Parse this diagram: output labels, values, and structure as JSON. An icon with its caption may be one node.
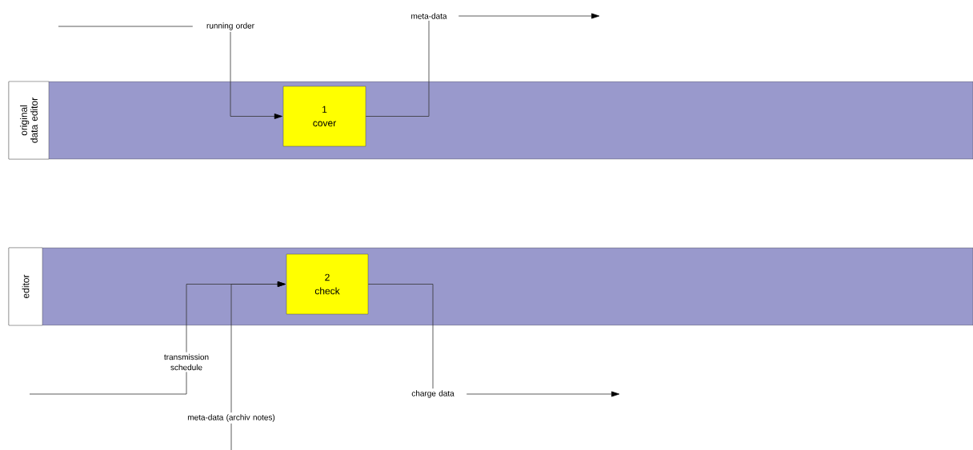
{
  "diagram": {
    "nodes": [
      {
        "text": [
          "original data editor"
        ]
      },
      {
        "text": [
          "1",
          "cover"
        ],
        "in": 0
      },
      {
        "text": [
          "running order"
        ]
      },
      {
        "text": [
          "meta-data"
        ]
      },
      {
        "text": [
          "editor"
        ]
      },
      {
        "text": [
          "2",
          "check"
        ],
        "in": 4
      },
      {
        "text": [
          "transmission schedule"
        ]
      },
      {
        "text": [
          "meta-data (archiv notes)"
        ]
      },
      {
        "text": [
          "charge data"
        ]
      }
    ],
    "edges": [
      {
        "from": null,
        "to": 2,
        "arrow": "none"
      },
      {
        "from": 2,
        "to": 1,
        "arrow": "to"
      },
      {
        "from": 1,
        "to": 3,
        "arrow": "none"
      },
      {
        "from": 3,
        "to": null,
        "arrow": "to"
      },
      {
        "from": null,
        "to": 6,
        "arrow": "none"
      },
      {
        "from": 6,
        "to": 5,
        "arrow": "to"
      },
      {
        "from": null,
        "to": 7,
        "arrow": "none"
      },
      {
        "from": 7,
        "to": 5,
        "arrow": "to"
      },
      {
        "from": 5,
        "to": 8,
        "arrow": "none"
      },
      {
        "from": 8,
        "to": null,
        "arrow": "to"
      }
    ]
  }
}
